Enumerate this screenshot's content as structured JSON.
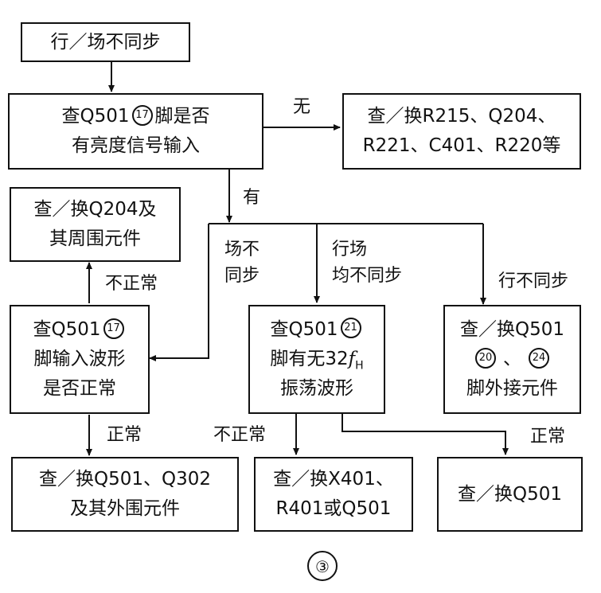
{
  "boxes": {
    "start": {
      "line1": "行／场不同步"
    },
    "check17": {
      "line1_pre": "查Q501",
      "pin": "17",
      "line1_post": "脚是否",
      "line2": "有亮度信号输入"
    },
    "replace_r215": {
      "line1": "查／换R215、Q204、",
      "line2": "R221、C401、R220等"
    },
    "replace_q204": {
      "line1": "查／换Q204及",
      "line2": "其周围元件"
    },
    "check17_wave": {
      "line1_pre": "查Q501",
      "pin": "17",
      "line2": "脚输入波形",
      "line3": "是否正常"
    },
    "check21": {
      "line1_pre": "查Q501",
      "pin": "21",
      "line2_pre": "脚有无32",
      "line2_f": "f",
      "line2_sub": "H",
      "line3": "振荡波形"
    },
    "check20_24": {
      "line1": "查／换Q501",
      "pin_a": "20",
      "sep": "、",
      "pin_b": "24",
      "line3": "脚外接元件"
    },
    "replace_q302": {
      "line1": "查／换Q501、Q302",
      "line2": "及其外围元件"
    },
    "replace_x401": {
      "line1": "查／换X401、",
      "line2": "R401或Q501"
    },
    "replace_q501": {
      "line1": "查／换Q501"
    }
  },
  "labels": {
    "no_input": "无",
    "has_input": "有",
    "field_unsync_1": "场不",
    "field_unsync_2": "同步",
    "both_unsync_1": "行场",
    "both_unsync_2": "均不同步",
    "line_unsync": "行不同步",
    "abnormal_upper": "不正常",
    "normal_left": "正常",
    "abnormal_mid": "不正常",
    "normal_right": "正常"
  },
  "figure_number": "③"
}
